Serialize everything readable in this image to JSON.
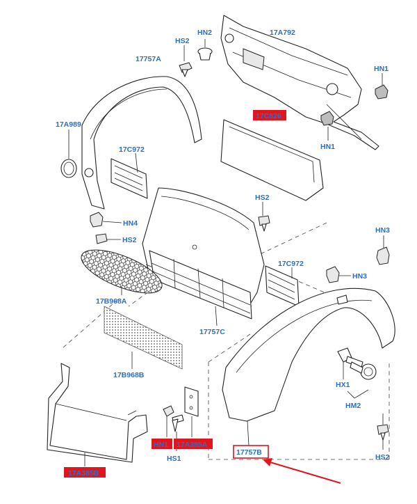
{
  "labels": {
    "a17757a": "17757A",
    "hs2_top": "HS2",
    "hn2": "HN2",
    "a17a792": "17A792",
    "hn1_right": "HN1",
    "hn1_mid": "HN1",
    "a17c826": "17C826",
    "a17a989": "17A989",
    "a17c972_left": "17C972",
    "hn4": "HN4",
    "hs2_left": "HS2",
    "hs2_center": "HS2",
    "a17c972_right": "17C972",
    "hn3_top": "HN3",
    "hn3_mid": "HN3",
    "a17b968a": "17B968A",
    "a17757c": "17757C",
    "a17b968b": "17B968B",
    "hx1": "HX1",
    "hm2": "HM2",
    "a17a385b": "17A385B",
    "hn1_bottom": "HN1",
    "a17a385a": "17A385A",
    "hs1": "HS1",
    "a17757b": "17757B",
    "hs2_bottom": "HS2"
  },
  "colors": {
    "label_text": "#2a6fc9",
    "highlight_red": "#e0151d"
  }
}
